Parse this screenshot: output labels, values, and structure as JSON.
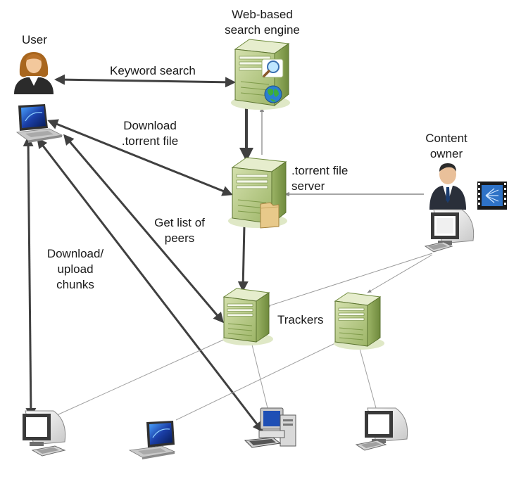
{
  "labels": {
    "user": "User",
    "search_engine_line1": "Web-based",
    "search_engine_line2": "search engine",
    "keyword_search": "Keyword search",
    "download_torrent_line1": "Download",
    "download_torrent_line2": ".torrent file",
    "torrent_server_line1": ".torrent file",
    "torrent_server_line2": "server",
    "content_owner_line1": "Content",
    "content_owner_line2": "owner",
    "get_peers_line1": "Get list of",
    "get_peers_line2": "peers",
    "chunks_line1": "Download/",
    "chunks_line2": "upload",
    "chunks_line3": "chunks",
    "trackers": "Trackers"
  },
  "nodes": [
    {
      "id": "user-person",
      "icon": "woman-user-icon"
    },
    {
      "id": "user-laptop",
      "icon": "laptop-icon"
    },
    {
      "id": "search-engine-server",
      "icon": "search-server-icon"
    },
    {
      "id": "torrent-file-server",
      "icon": "file-server-icon"
    },
    {
      "id": "content-owner",
      "icon": "businessman-icon"
    },
    {
      "id": "content-film",
      "icon": "film-icon"
    },
    {
      "id": "content-owner-pc",
      "icon": "crt-monitor-icon"
    },
    {
      "id": "tracker-1",
      "icon": "tracker-server-icon"
    },
    {
      "id": "tracker-2",
      "icon": "tracker-server-icon"
    },
    {
      "id": "peer-1",
      "icon": "crt-monitor-icon"
    },
    {
      "id": "peer-2",
      "icon": "laptop-icon"
    },
    {
      "id": "peer-3",
      "icon": "desktop-pc-icon"
    },
    {
      "id": "peer-4",
      "icon": "crt-monitor-icon"
    }
  ],
  "colors": {
    "server_green": "#b7c98a",
    "server_dark": "#6e8a3c",
    "arrow_dark": "#404040",
    "thin_line": "#9a9a9a",
    "screen_blue": "#1f4fb8"
  }
}
